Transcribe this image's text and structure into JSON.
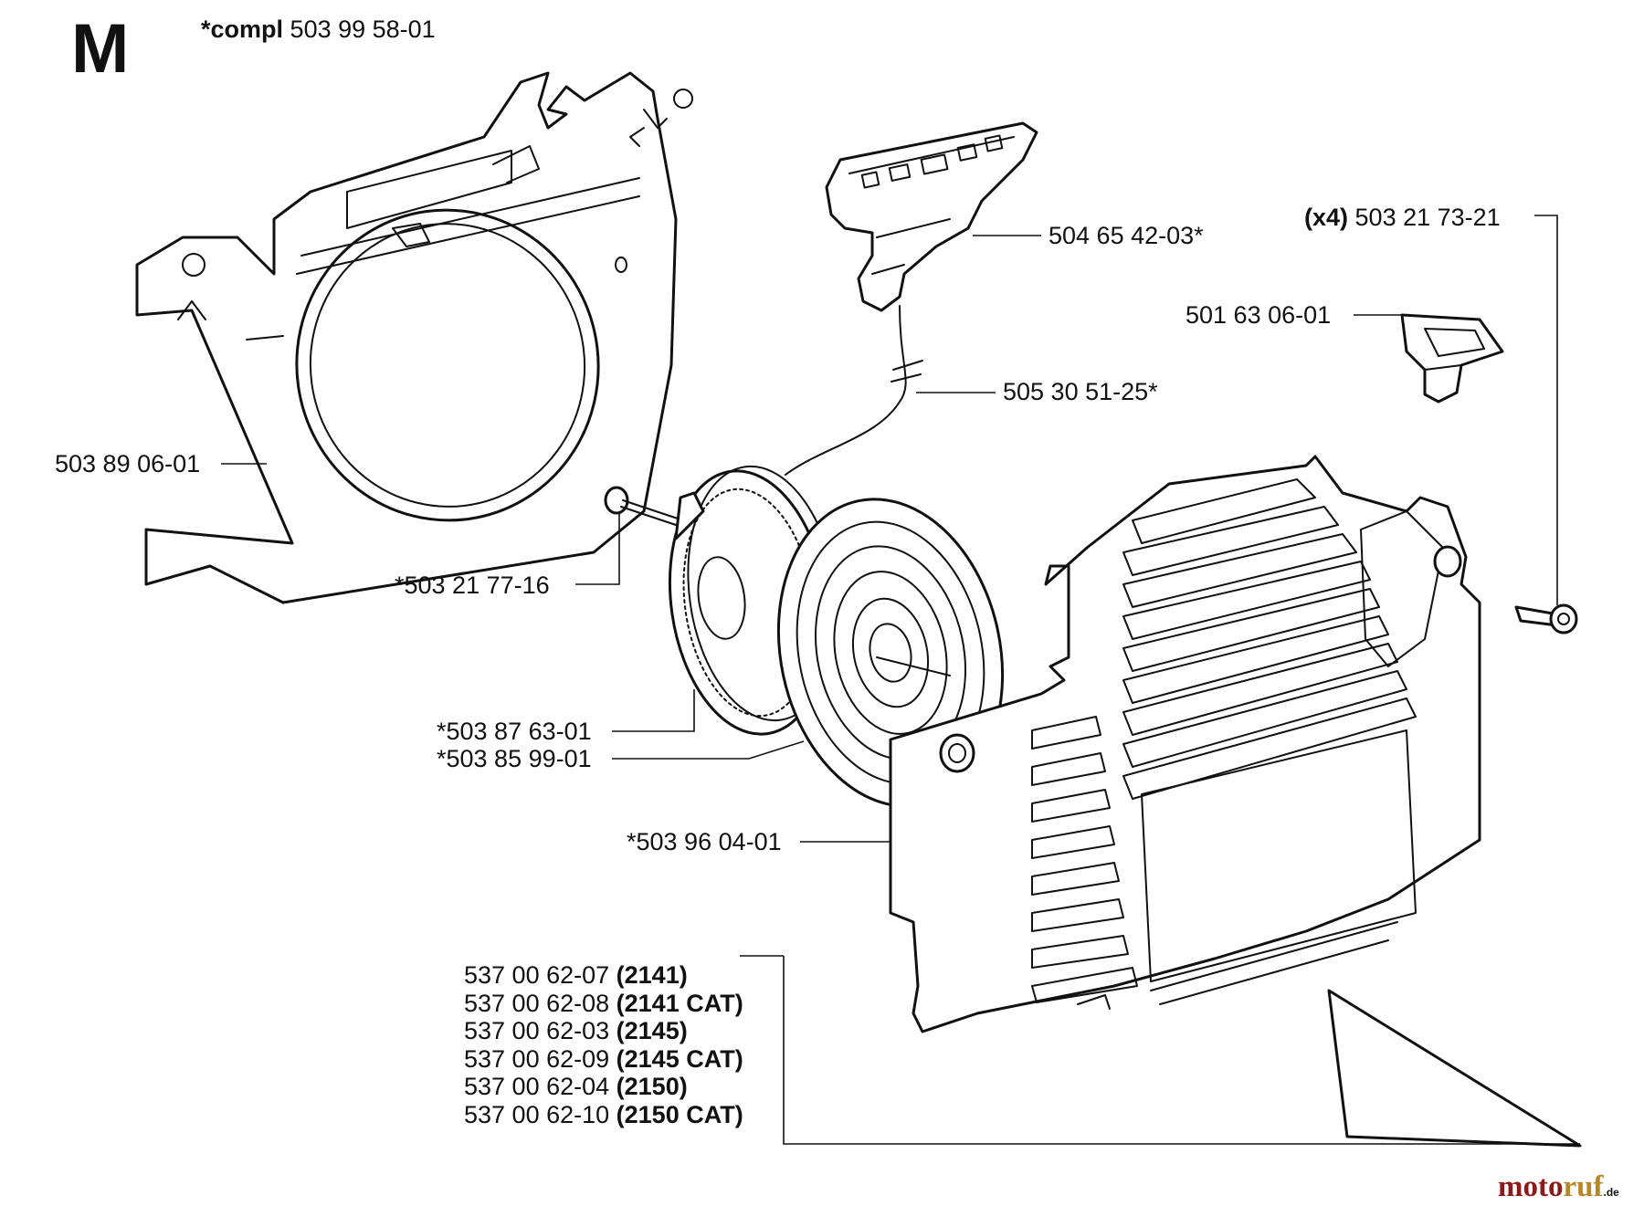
{
  "section": "M",
  "compl": {
    "prefix": "*compl",
    "number": "503 99 58-01"
  },
  "labels": {
    "rear_cover": "503 89 06-01",
    "handle": "504 65 42-03*",
    "rope": "505 30 51-25*",
    "screw_qty": "(x4)",
    "screw": "503 21 73-21",
    "bushing": "501 63 06-01",
    "center_screw": "*503 21 77-16",
    "pulley": "*503 87 63-01",
    "spring": "*503 85 99-01",
    "starter_cover": "*503 96 04-01"
  },
  "variants": [
    {
      "number": "537 00 62-07",
      "model": "(2141)"
    },
    {
      "number": "537 00 62-08",
      "model": "(2141 CAT)"
    },
    {
      "number": "537 00 62-03",
      "model": "(2145)"
    },
    {
      "number": "537 00 62-09",
      "model": "(2145 CAT)"
    },
    {
      "number": "537 00 62-04",
      "model": "(2150)"
    },
    {
      "number": "537 00 62-10",
      "model": "(2150 CAT)"
    }
  ],
  "watermark": {
    "part1": "moto",
    "part2": "ruf",
    "suffix": ".de",
    "color1": "#8b1a1a",
    "color2": "#b5862a"
  }
}
